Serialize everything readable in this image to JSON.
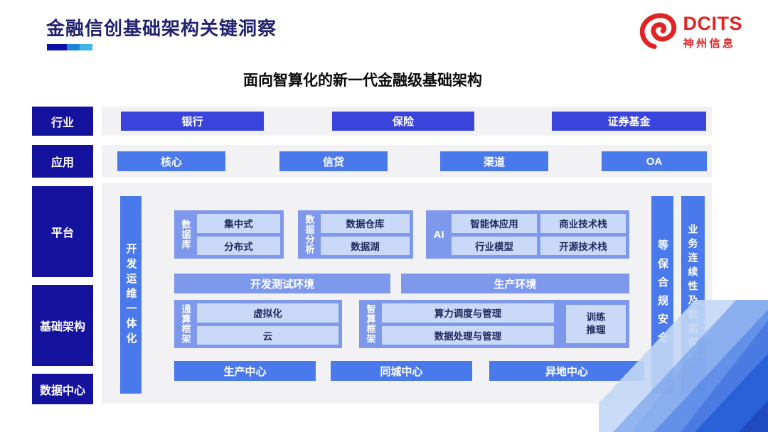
{
  "page": {
    "title": "金融信创基础架构关键洞察",
    "subtitle": "面向智算化的新一代金融级基础架构"
  },
  "logo": {
    "brand": "DCITS",
    "company": "神州信息"
  },
  "layers": {
    "industry": {
      "label": "行业",
      "items": [
        "银行",
        "保险",
        "证券基金"
      ]
    },
    "application": {
      "label": "应用",
      "items": [
        "核心",
        "信贷",
        "渠道",
        "OA"
      ]
    },
    "platform": {
      "label": "平台"
    },
    "infrastructure": {
      "label": "基础架构"
    },
    "datacenter": {
      "label": "数据中心",
      "items": [
        "生产中心",
        "同城中心",
        "异地中心"
      ]
    }
  },
  "platform_area": {
    "devops_bar": "开发运维一体化",
    "database": {
      "label": "数据库",
      "items": [
        "集中式",
        "分布式"
      ]
    },
    "data_analysis": {
      "label": "数据分析",
      "items": [
        "数据仓库",
        "数据湖"
      ]
    },
    "ai": {
      "label": "AI",
      "items": [
        "智能体应用",
        "商业技术栈",
        "行业模型",
        "开源技术栈"
      ]
    },
    "dev_test_env": "开发测试环境",
    "prod_env": "生产环境",
    "general_computing": {
      "label": "通算框架",
      "items": [
        "虚拟化",
        "云"
      ]
    },
    "intelligent_computing": {
      "label": "智算框架",
      "items": [
        "算力调度与管理",
        "数据处理与管理"
      ],
      "side_item": "训练\n推理"
    }
  },
  "assurance": {
    "security_bar": "等保合规安全",
    "continuity_bar": "业务连续性及数据保护"
  },
  "colors": {
    "label_navy": "#15129E",
    "industry_indigo": "#3A43DC",
    "primary_blue": "#4A79EC",
    "section_periwinkle": "#7E98EC",
    "chip_light_blue": "#CBD9F8",
    "chip_text_navy": "#1E2A5E",
    "brand_red": "#E02426",
    "title_navy": "#232270",
    "panel_gray": "#F2F2F4"
  }
}
